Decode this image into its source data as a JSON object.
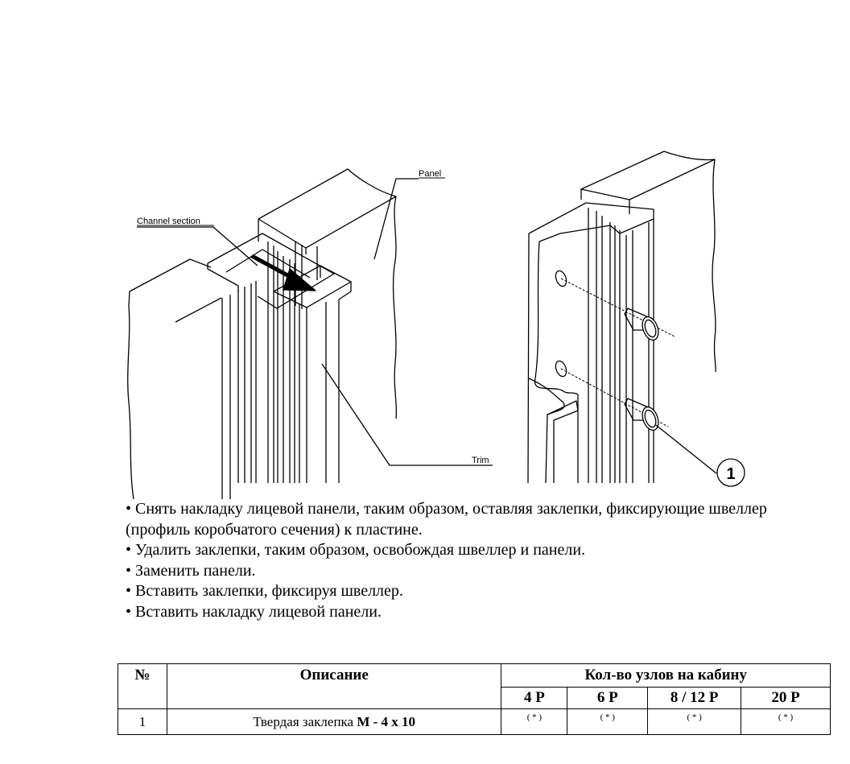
{
  "drawing": {
    "label_panel": "Panel",
    "label_channel": "Channel section",
    "label_trim": "Trim",
    "callout": "1"
  },
  "instructions": [
    "• Снять накладку лицевой панели, таким образом, оставляя заклепки, фиксирующие швеллер (профиль коробчатого сечения) к пластине.",
    "• Удалить заклепки, таким образом, освобождая швеллер и панели.",
    "• Заменить панели.",
    "• Вставить заклепки, фиксируя швеллер.",
    "• Вставить накладку лицевой панели."
  ],
  "table": {
    "col_no": "№",
    "col_desc": "Описание",
    "col_qty": "Кол-во узлов на кабину",
    "sub": [
      "4 P",
      "6 P",
      "8 / 12 P",
      "20 P"
    ],
    "rows": [
      {
        "no": "1",
        "desc_plain": "Твердая заклепка ",
        "desc_bold": "M - 4 x 10",
        "vals": [
          "( * )",
          "( * )",
          "( * )",
          "( * )"
        ]
      }
    ]
  }
}
